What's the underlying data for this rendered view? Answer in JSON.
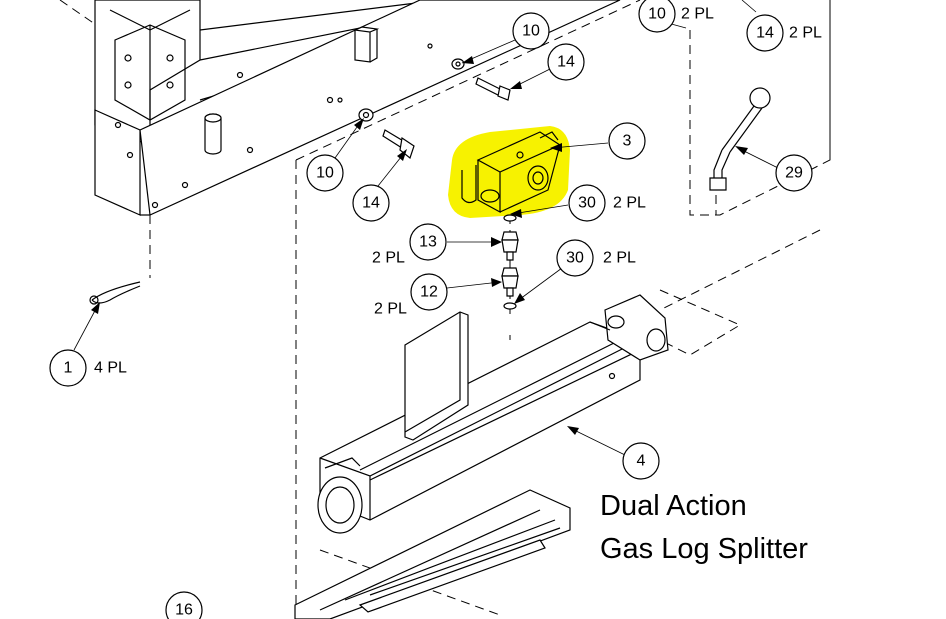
{
  "diagram": {
    "title_line1": "Dual Action",
    "title_line2": "Gas Log Splitter",
    "highlight_color": "#f7f200",
    "callouts": [
      {
        "id": "c10a",
        "number": "10",
        "qty": "2 PL"
      },
      {
        "id": "c14a",
        "number": "14",
        "qty": "2 PL"
      },
      {
        "id": "c10b",
        "number": "10",
        "qty": ""
      },
      {
        "id": "c14b",
        "number": "14",
        "qty": ""
      },
      {
        "id": "c10c",
        "number": "10",
        "qty": ""
      },
      {
        "id": "c14c",
        "number": "14",
        "qty": ""
      },
      {
        "id": "c3",
        "number": "3",
        "qty": ""
      },
      {
        "id": "c29",
        "number": "29",
        "qty": ""
      },
      {
        "id": "c30a",
        "number": "30",
        "qty": "2 PL"
      },
      {
        "id": "c13",
        "number": "13",
        "qty": "2 PL"
      },
      {
        "id": "c30b",
        "number": "30",
        "qty": "2 PL"
      },
      {
        "id": "c12",
        "number": "12",
        "qty": "2 PL"
      },
      {
        "id": "c1",
        "number": "1",
        "qty": "4 PL"
      },
      {
        "id": "c4",
        "number": "4",
        "qty": ""
      },
      {
        "id": "c16",
        "number": "16",
        "qty": ""
      }
    ]
  }
}
